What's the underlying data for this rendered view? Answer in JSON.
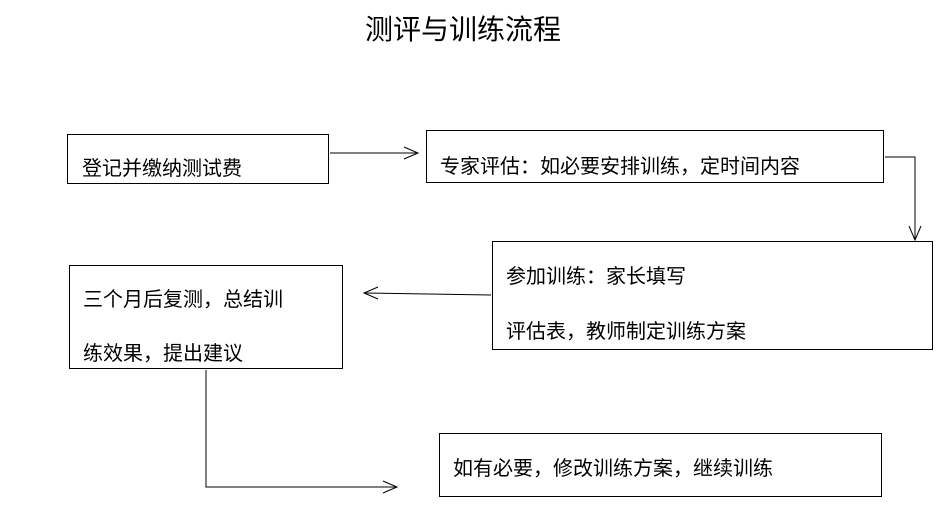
{
  "title": "测评与训练流程",
  "steps": {
    "register": {
      "text": "登记并缴纳测试费"
    },
    "expert": {
      "text": "专家评估：如必要安排训练，定时间内容"
    },
    "training": {
      "line1": "参加训练：家长填写",
      "line2": "评估表，教师制定训练方案"
    },
    "retest": {
      "line1": "三个月后复测，总结训",
      "line2": "练效果，提出建议"
    },
    "modify": {
      "text": "如有必要，修改训练方案，继续训练"
    }
  }
}
